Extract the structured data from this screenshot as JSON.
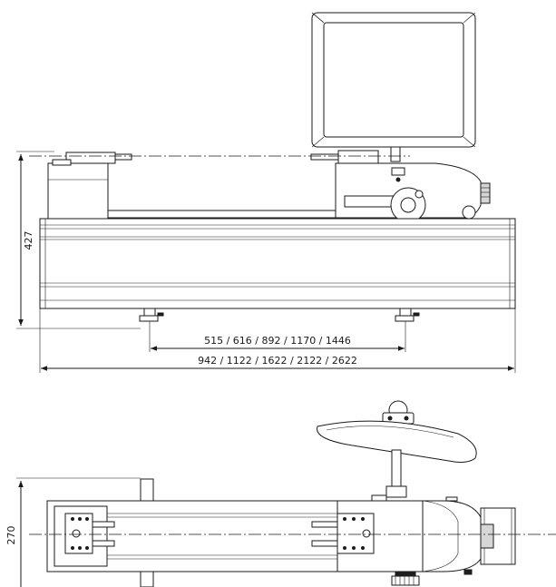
{
  "drawing": {
    "front_view": {
      "height_label": "427",
      "foot_spacing_label": "515 / 616 / 892 / 1170 / 1446",
      "overall_length_label": "942 / 1122 / 1622 / 2122 / 2622"
    },
    "top_view": {
      "width_label": "270"
    }
  }
}
